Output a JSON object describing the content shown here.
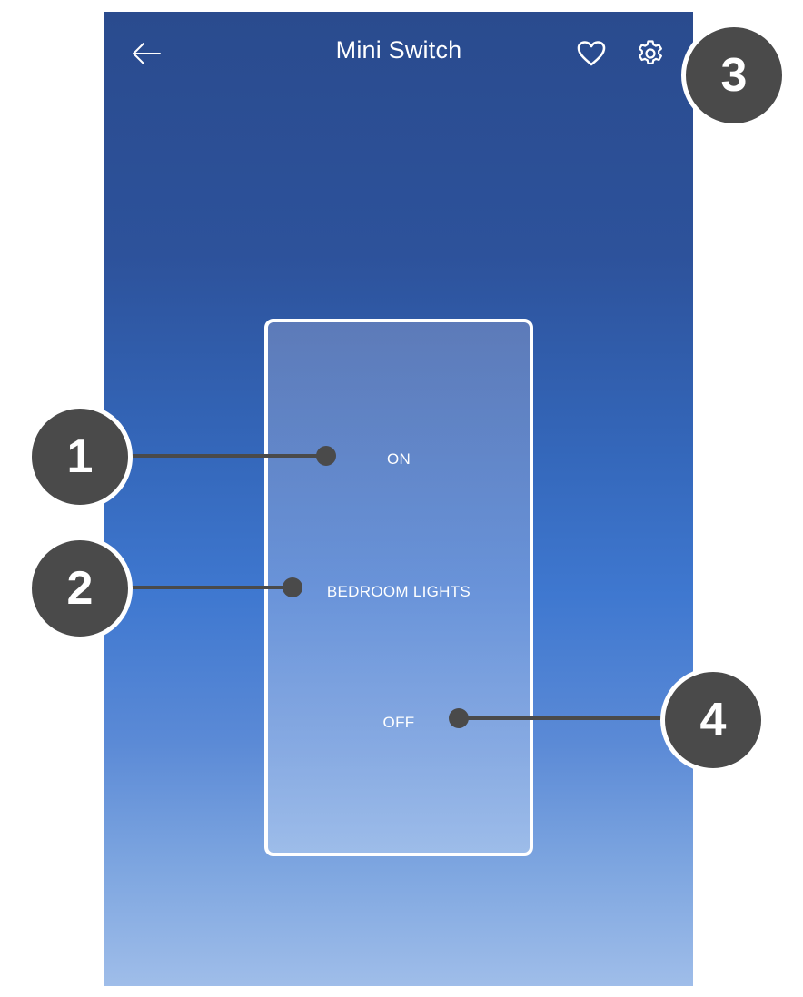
{
  "header": {
    "title": "Mini Switch",
    "back_icon": "arrow-left-icon",
    "favorite_icon": "heart-outline-icon",
    "settings_icon": "gear-icon"
  },
  "switch": {
    "on_label": "ON",
    "name_label": "BEDROOM LIGHTS",
    "off_label": "OFF"
  },
  "callouts": {
    "c1": "1",
    "c2": "2",
    "c3": "3",
    "c4": "4"
  },
  "colors": {
    "background_top": "#2a4b8e",
    "background_bottom": "#9fbde9",
    "callout": "#4a4a4a",
    "text": "#ffffff"
  }
}
